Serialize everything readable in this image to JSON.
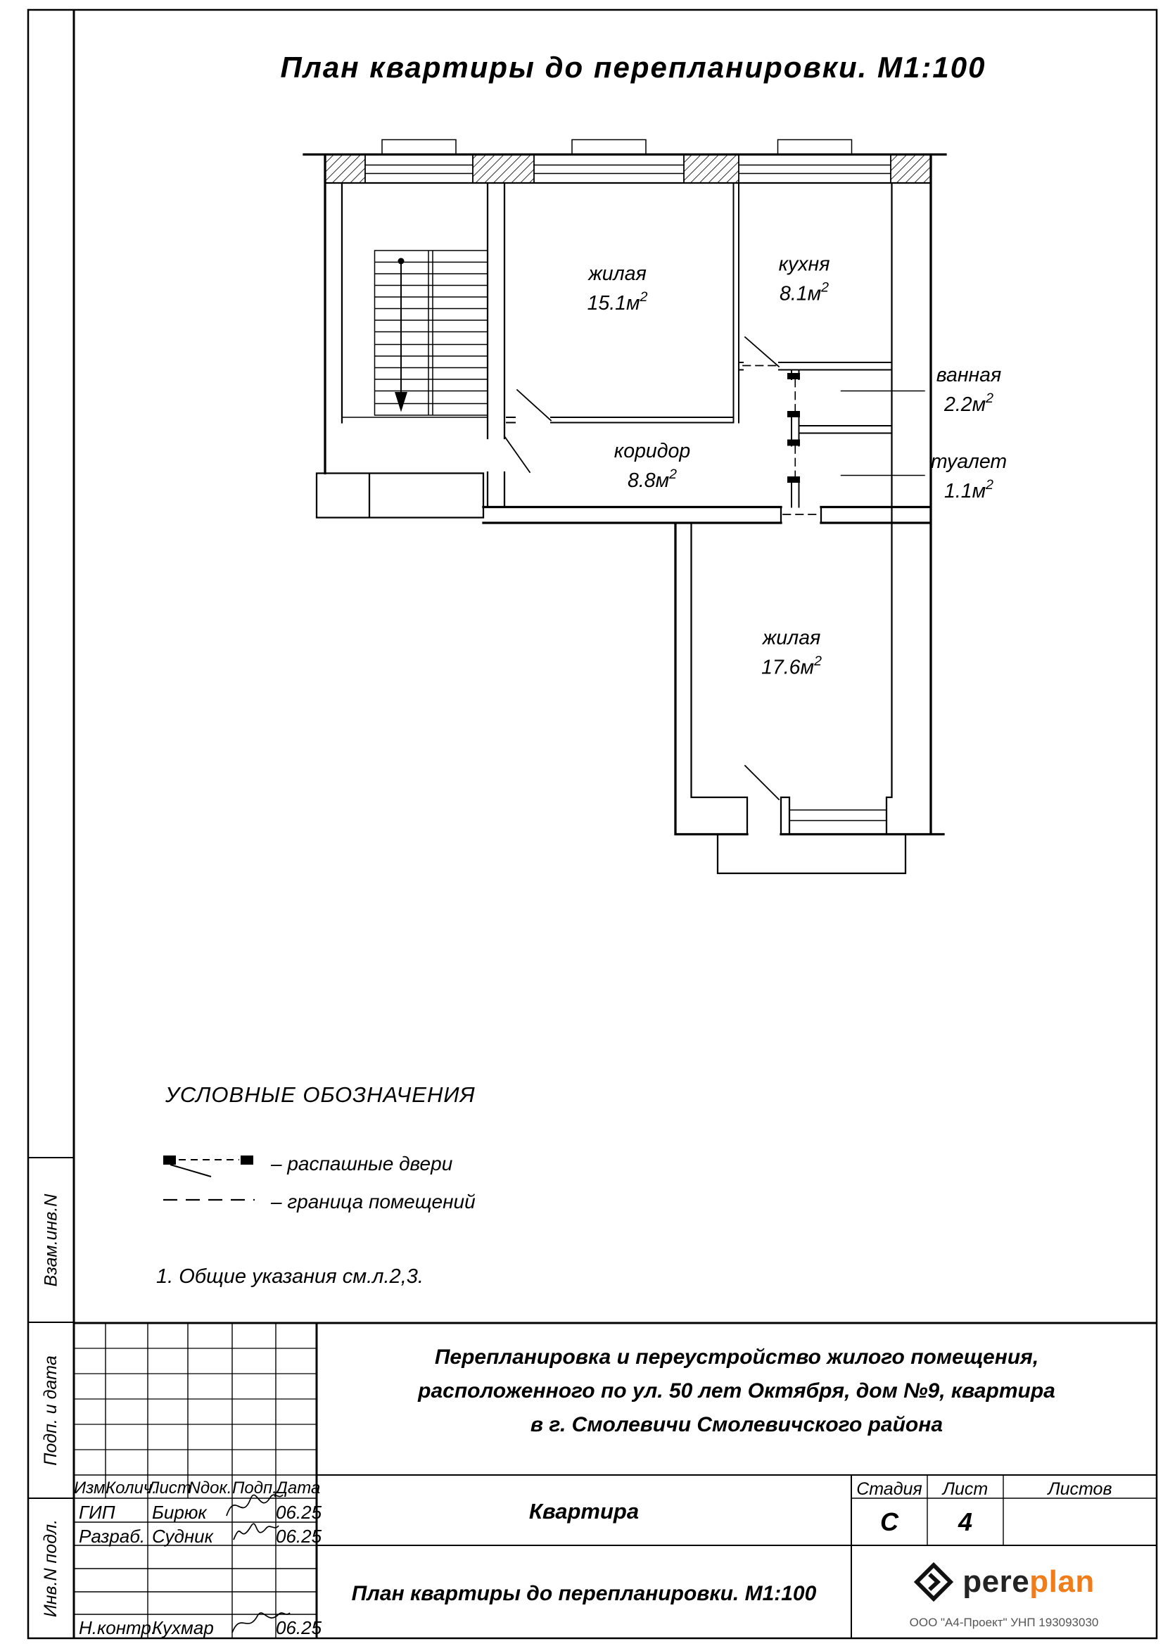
{
  "page": {
    "title": "План квартиры до перепланировки. М1:100"
  },
  "plan": {
    "rooms": [
      {
        "name": "жилая",
        "area": "15.1м",
        "sup": "2"
      },
      {
        "name": "кухня",
        "area": "8.1м",
        "sup": "2"
      },
      {
        "name": "ванная",
        "area": "2.2м",
        "sup": "2"
      },
      {
        "name": "туалет",
        "area": "1.1м",
        "sup": "2"
      },
      {
        "name": "коридор",
        "area": "8.8м",
        "sup": "2"
      },
      {
        "name": "жилая",
        "area": "17.6м",
        "sup": "2"
      }
    ]
  },
  "legend": {
    "heading": "УСЛОВНЫЕ ОБОЗНАЧЕНИЯ",
    "items": [
      {
        "symbol": "swing-doors",
        "label": "– распашные двери"
      },
      {
        "symbol": "room-boundary",
        "label": "– граница помещений"
      }
    ],
    "note": "1. Общие указания см.л.2,3."
  },
  "sidebar": {
    "labels": [
      "Взам.инв.N",
      "Подп. и дата",
      "Инв.N подл."
    ]
  },
  "titleblock": {
    "columns": [
      "Изм.",
      "Колич.",
      "Лист",
      "Nдок.",
      "Подп.",
      "Дата"
    ],
    "staff": [
      {
        "role": "ГИП",
        "name": "Бирюк",
        "date": "06.25"
      },
      {
        "role": "Разраб.",
        "name": "Судник",
        "date": "06.25"
      },
      {
        "role": "Н.контр.",
        "name": "Кухмар",
        "date": "06.25"
      }
    ],
    "description": {
      "line1": "Перепланировка и переустройство жилого помещения,",
      "line2": "расположенного по ул. 50 лет Октября, дом №9, квартира",
      "line3": "в г. Смолевичи Смолевичского района"
    },
    "object": "Квартира",
    "stage": {
      "label": "Стадия",
      "value": "С"
    },
    "sheet": {
      "label": "Лист",
      "value": "4"
    },
    "sheets": {
      "label": "Листов",
      "value": ""
    },
    "drawing_name": "План квартиры до перепланировки. М1:100",
    "org": {
      "brand_pere": "pere",
      "brand_plan": "plan",
      "brand_accent": "#f07c1a",
      "line": "ООО \"А4-Проект\"  УНП 193093030"
    }
  }
}
